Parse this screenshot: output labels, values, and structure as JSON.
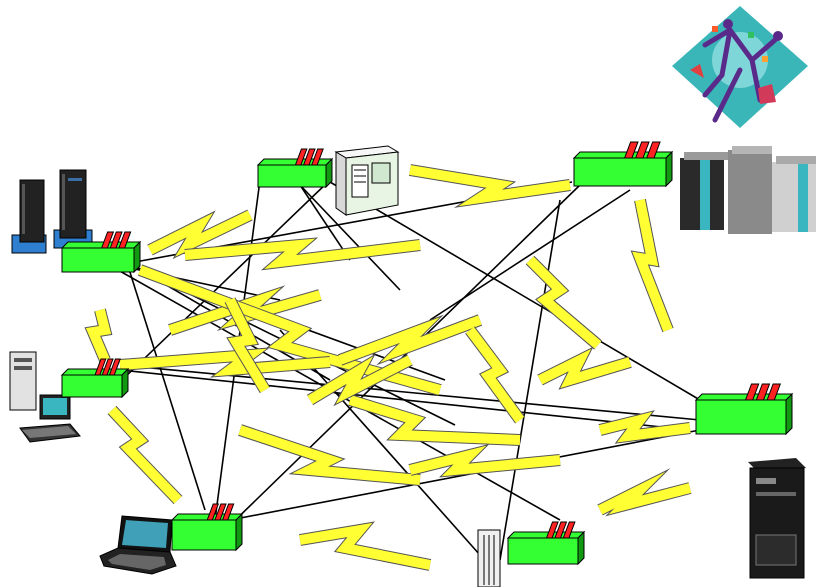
{
  "diagram": {
    "kind": "network-mesh",
    "colors": {
      "background": "#ffffff",
      "link_fill": "#ffff33",
      "link_stroke": "#555555",
      "line_stroke": "#000000",
      "node_green": "#33ff33",
      "node_green_dark": "#119911",
      "node_red": "#ff2222"
    },
    "nodes": [
      {
        "id": "n-top-center"
      },
      {
        "id": "n-top-right"
      },
      {
        "id": "n-upper-left"
      },
      {
        "id": "n-mid-left"
      },
      {
        "id": "n-right"
      },
      {
        "id": "n-bottom-left"
      },
      {
        "id": "n-bottom-center"
      }
    ],
    "computers": [
      {
        "icon": "server-tower-icon"
      },
      {
        "icon": "rack-servers-icon"
      },
      {
        "icon": "mainframe-icon"
      },
      {
        "icon": "desktop-pc-icon"
      },
      {
        "icon": "laptop-icon"
      },
      {
        "icon": "tower-pc-icon"
      },
      {
        "icon": "printer-tower-icon"
      }
    ],
    "clipart": {
      "icon": "dancers-clipart-icon"
    }
  }
}
